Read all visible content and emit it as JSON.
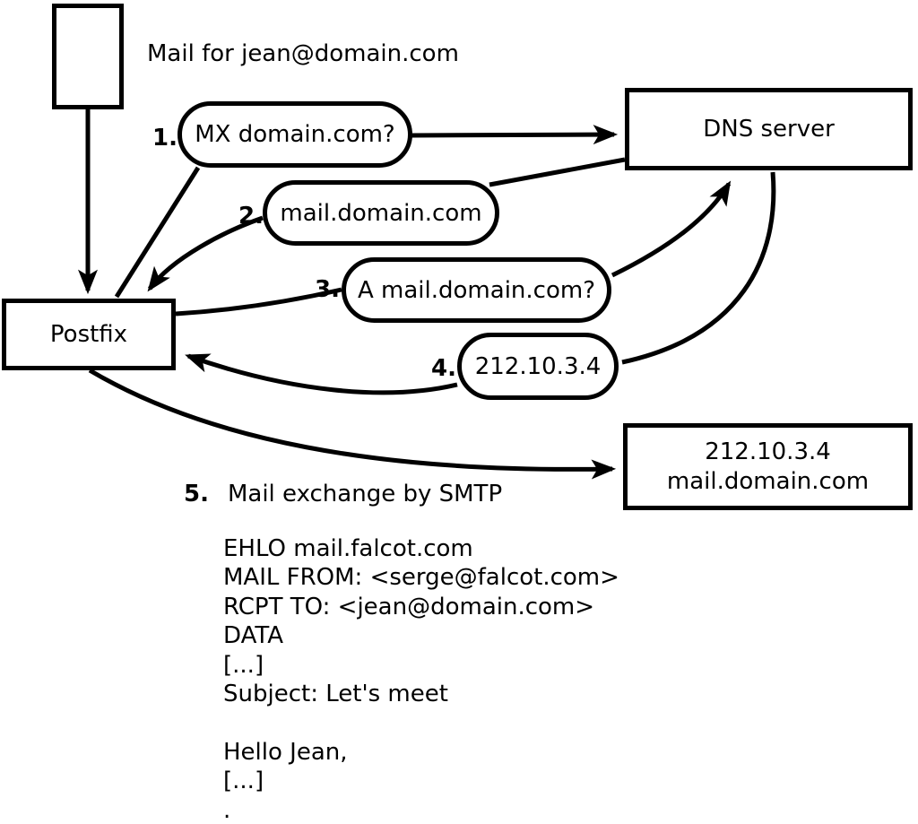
{
  "diagram": {
    "title_label": "Mail for jean@domain.com",
    "nodes": {
      "mail_icon": "mail-message",
      "postfix": {
        "label": "Postfix"
      },
      "dns": {
        "label": "DNS server"
      },
      "destination": {
        "line1": "212.10.3.4",
        "line2": "mail.domain.com"
      }
    },
    "steps": [
      {
        "num": "1.",
        "label": "MX domain.com?"
      },
      {
        "num": "2.",
        "label": "mail.domain.com"
      },
      {
        "num": "3.",
        "label": "A mail.domain.com?"
      },
      {
        "num": "4.",
        "label": "212.10.3.4"
      },
      {
        "num": "5.",
        "label": "Mail exchange by SMTP"
      }
    ],
    "smtp_session": {
      "lines": [
        "EHLO mail.falcot.com",
        "MAIL FROM: <serge@falcot.com>",
        "RCPT TO: <jean@domain.com>",
        "DATA",
        "[...]",
        "Subject: Let's meet",
        "",
        "Hello Jean,",
        "[...]",
        "."
      ]
    },
    "colors": {
      "stroke": "#000000",
      "background": "#ffffff"
    }
  }
}
